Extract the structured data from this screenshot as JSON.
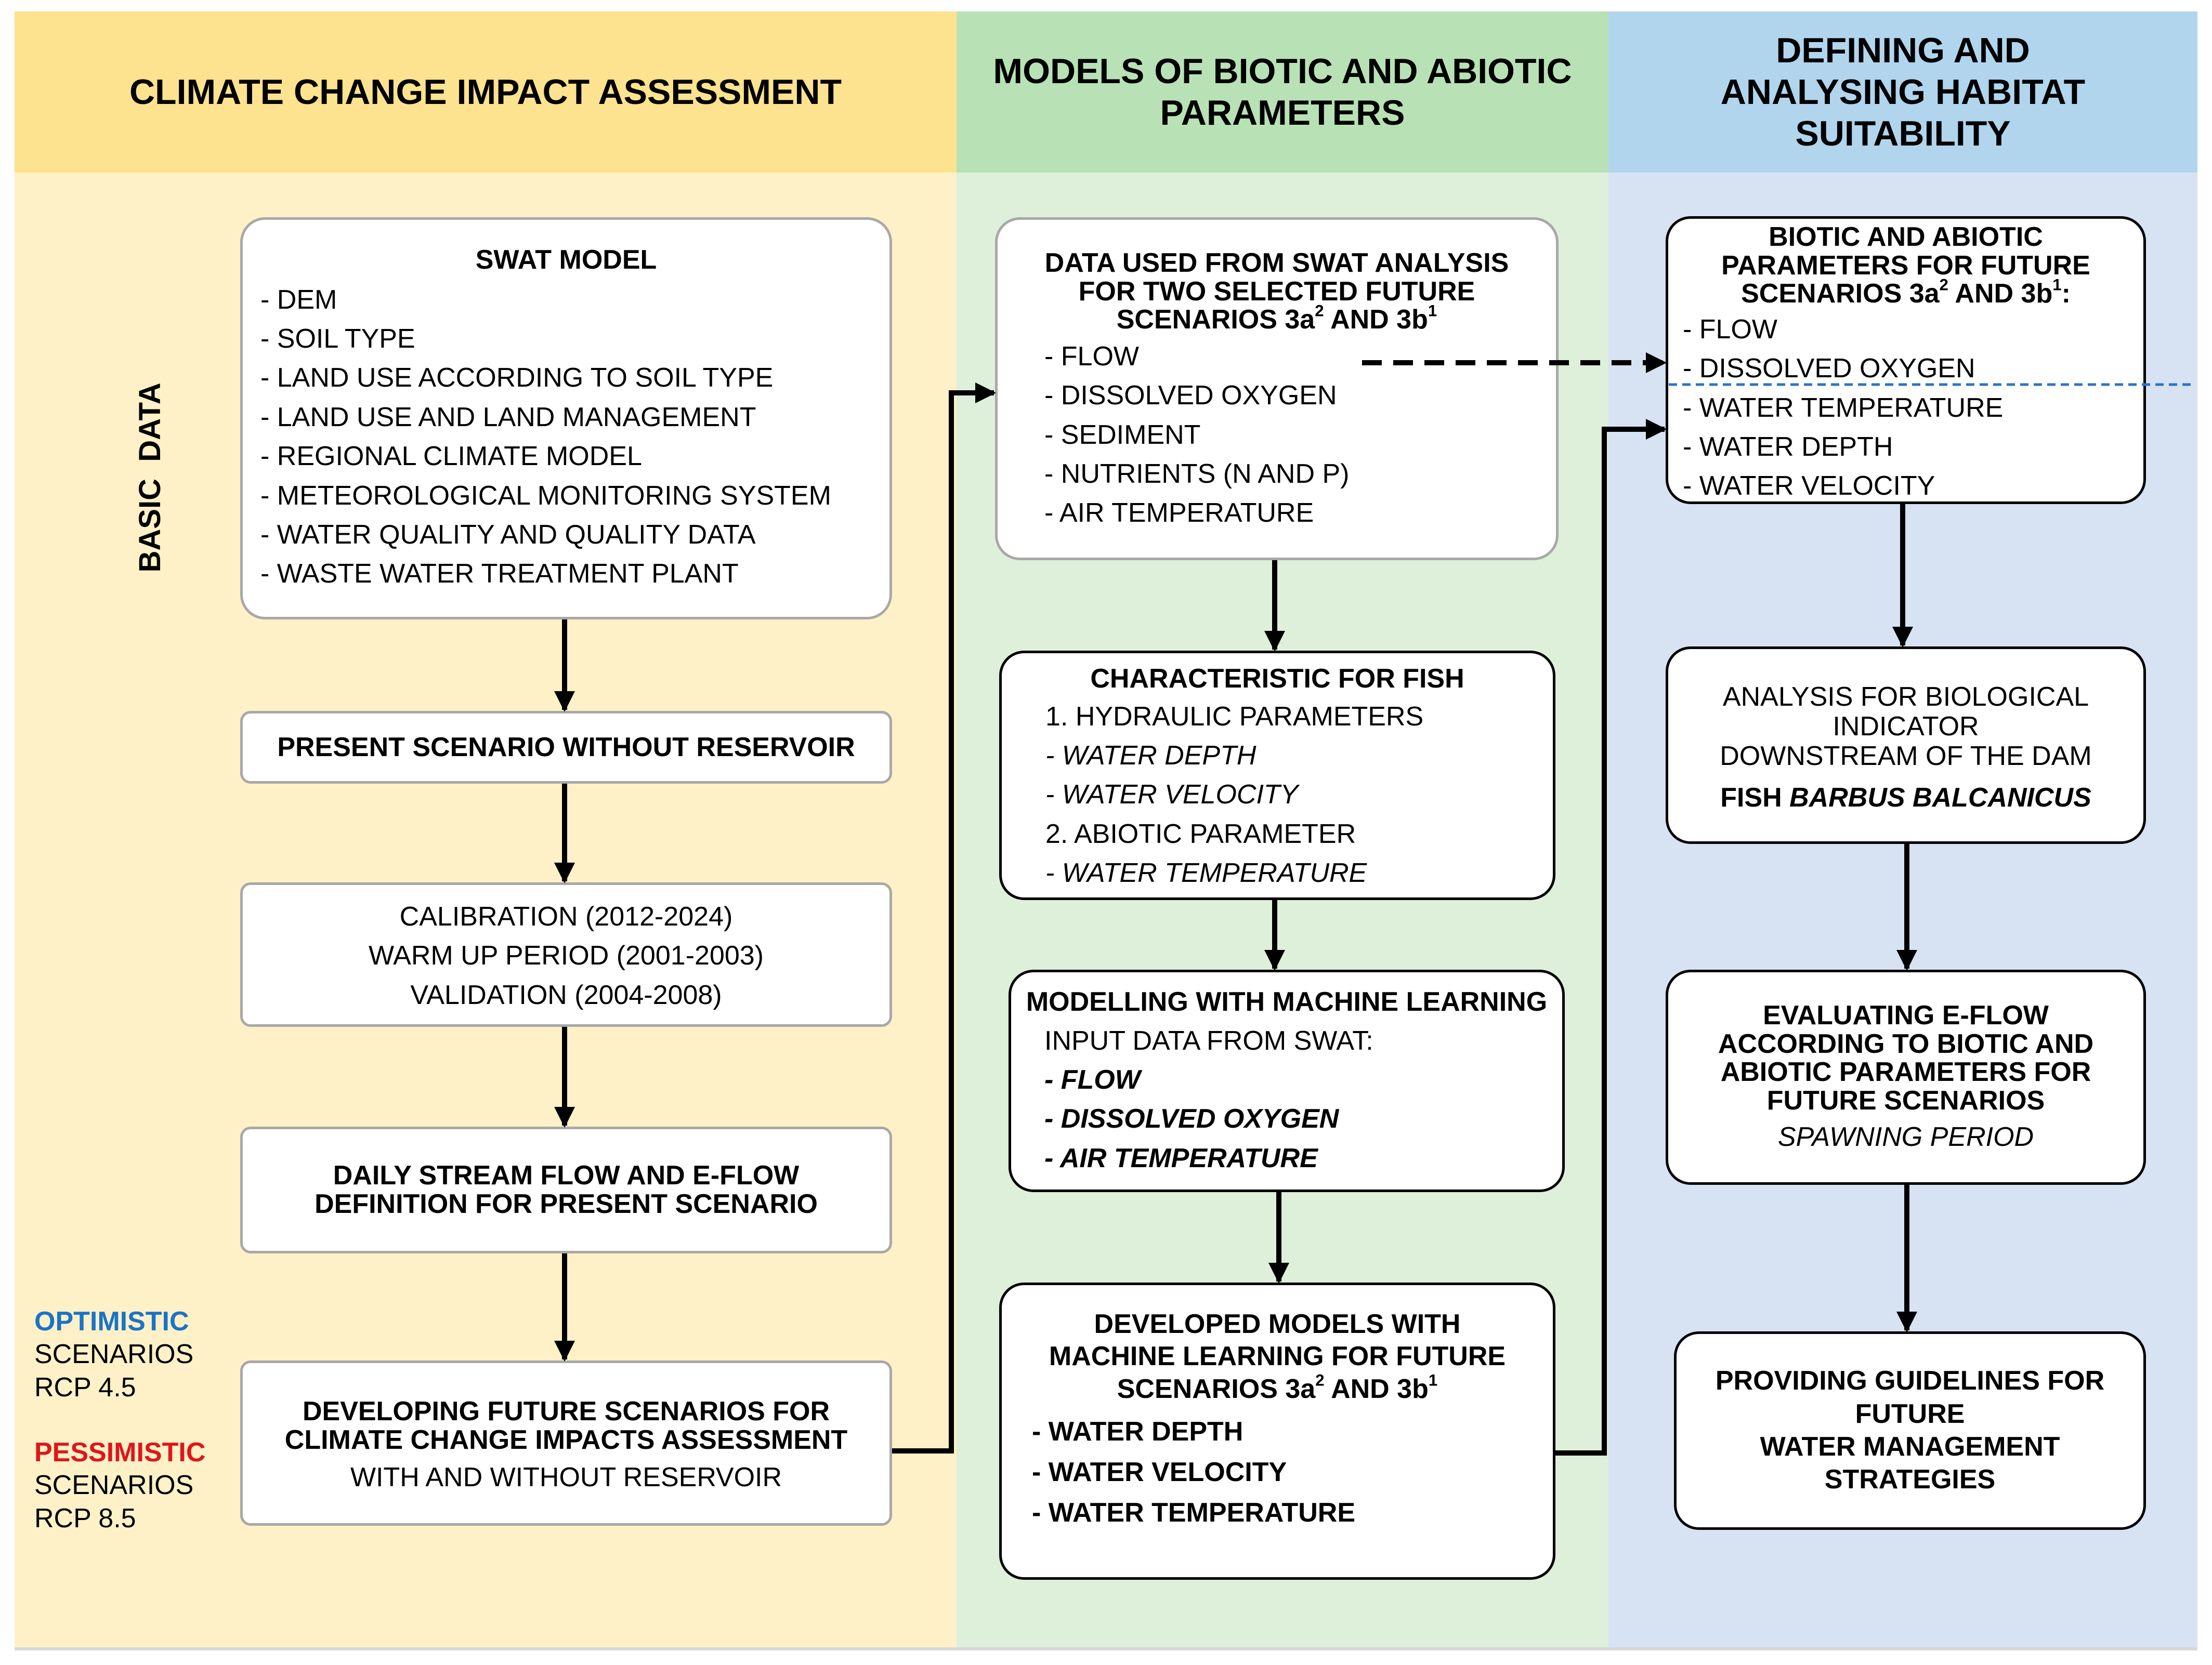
{
  "colors": {
    "col1_header": "#fde28f",
    "col1_body": "#fef1c7",
    "col2_header": "#b8e2b5",
    "col2_body": "#deefda",
    "col3_header": "#b2d5ee",
    "col3_body": "#d7e3f3",
    "optimistic": "#1a73c8",
    "pessimistic": "#e0151b",
    "dashed_divider": "#2f72c4"
  },
  "columns": {
    "col1": "CLIMATE CHANGE IMPACT ASSESSMENT",
    "col2": "MODELS OF BIOTIC AND ABIOTIC PARAMETERS",
    "col3": "DEFINING AND ANALYSING HABITAT SUITABILITY"
  },
  "side": {
    "basic_data": "BASIC  DATA",
    "optimistic": "OPTIMISTIC",
    "optimistic_l2": "SCENARIOS",
    "optimistic_l3": "RCP 4.5",
    "pessimistic": "PESSIMISTIC",
    "pessimistic_l2": "SCENARIOS",
    "pessimistic_l3": "RCP 8.5"
  },
  "swat": {
    "title": "SWAT MODEL",
    "items": [
      "- DEM",
      "- SOIL TYPE",
      "- LAND USE ACCORDING TO SOIL TYPE",
      "- LAND USE AND LAND MANAGEMENT",
      "- REGIONAL CLIMATE MODEL",
      "- METEOROLOGICAL MONITORING SYSTEM",
      "- WATER QUALITY AND QUALITY DATA",
      "- WASTE WATER TREATMENT PLANT"
    ]
  },
  "present": {
    "title": "PRESENT SCENARIO WITHOUT RESERVOIR"
  },
  "calibration": {
    "l1": "CALIBRATION (2012-2024)",
    "l2": "WARM UP PERIOD (2001-2003)",
    "l3": "VALIDATION (2004-2008)"
  },
  "daily": {
    "l1": "DAILY STREAM FLOW AND E-FLOW",
    "l2": "DEFINITION FOR PRESENT SCENARIO"
  },
  "developing": {
    "l1": "DEVELOPING FUTURE SCENARIOS FOR",
    "l2": "CLIMATE CHANGE IMPACTS ASSESSMENT",
    "l3": "WITH AND WITHOUT RESERVOIR"
  },
  "data_used": {
    "l1": "DATA USED FROM SWAT ANALYSIS",
    "l2": "FOR TWO SELECTED FUTURE",
    "l3a": "SCENARIOS 3a",
    "s1": "2",
    "l3b": " AND 3b",
    "s2": "1",
    "items": [
      "- FLOW",
      "- DISSOLVED OXYGEN",
      "- SEDIMENT",
      "- NUTRIENTS (N AND P)",
      "- AIR TEMPERATURE"
    ]
  },
  "fish": {
    "title": "CHARACTERISTIC FOR FISH",
    "i1": "1. HYDRAULIC PARAMETERS",
    "i2": "- WATER DEPTH",
    "i3": "- WATER VELOCITY",
    "i4": "2. ABIOTIC PARAMETER",
    "i5": "- WATER TEMPERATURE"
  },
  "ml": {
    "title": "MODELLING WITH MACHINE LEARNING",
    "l1": "INPUT DATA FROM SWAT:",
    "i1": "- FLOW",
    "i2": "- DISSOLVED OXYGEN",
    "i3": "- AIR TEMPERATURE"
  },
  "developed": {
    "l1": "DEVELOPED MODELS WITH",
    "l2": "MACHINE LEARNING FOR FUTURE",
    "l3a": "SCENARIOS 3a",
    "s1": "2",
    "l3b": " AND 3b",
    "s2": "1",
    "items": [
      "- WATER DEPTH",
      "- WATER VELOCITY",
      "- WATER TEMPERATURE"
    ]
  },
  "biotic": {
    "l1": "BIOTIC AND ABIOTIC",
    "l2": "PARAMETERS FOR FUTURE",
    "l3a": "SCENARIOS 3a",
    "s1": "2",
    "l3b": " AND 3b",
    "s2": "1",
    "l3c": ":",
    "items_top": [
      "- FLOW",
      "- DISSOLVED OXYGEN"
    ],
    "items_bottom": [
      "- WATER TEMPERATURE",
      "- WATER DEPTH",
      "- WATER VELOCITY"
    ]
  },
  "analysis": {
    "l1": "ANALYSIS FOR BIOLOGICAL",
    "l2": "INDICATOR",
    "l3": "DOWNSTREAM OF THE DAM",
    "l4a": "FISH ",
    "l4b": "BARBUS BALCANICUS"
  },
  "eflow": {
    "l1": "EVALUATING E-FLOW",
    "l2": "ACCORDING TO BIOTIC AND",
    "l3": "ABIOTIC PARAMETERS FOR",
    "l4": "FUTURE SCENARIOS",
    "l5": "SPAWNING PERIOD"
  },
  "guidelines": {
    "l1": "PROVIDING GUIDELINES FOR",
    "l2": "FUTURE",
    "l3": "WATER MANAGEMENT",
    "l4": "STRATEGIES"
  }
}
